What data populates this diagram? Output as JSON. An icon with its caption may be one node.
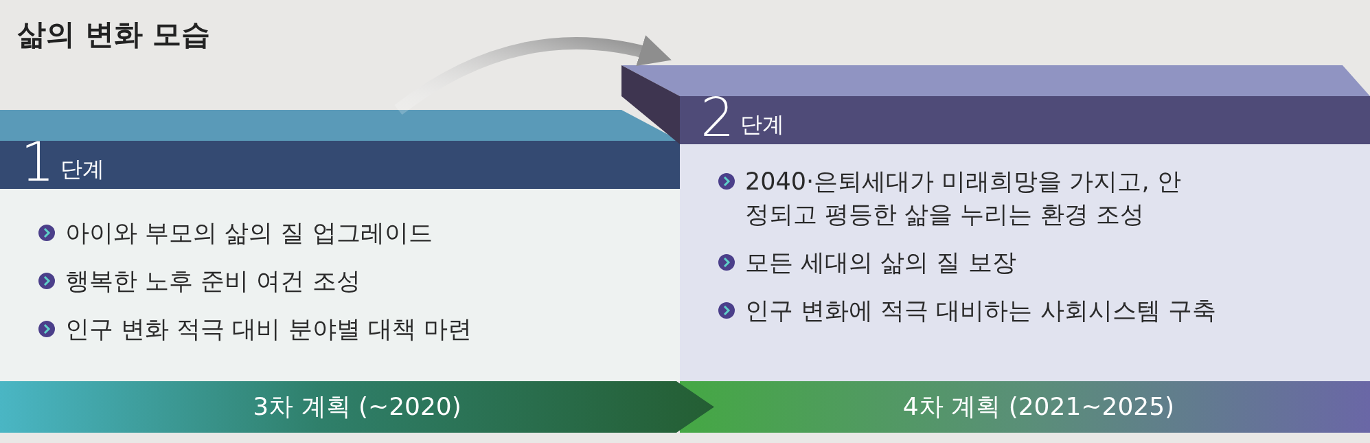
{
  "diagram": {
    "title": "삶의 변화 모습",
    "nodes": [
      {
        "text": [
          "1",
          "단계",
          "아이와 부모의 삶의 질 업그레이드",
          "행복한 노후 준비 여건 조성",
          "인구 변화 적극 대비 분야별 대책 마련"
        ]
      },
      {
        "text": [
          "2",
          "단계",
          "2040·은퇴세대가 미래희망을 가지고, 안정되고 평등한 삶을 누리는 환경 조성",
          "모든 세대의 삶의 질 보장",
          "인구 변화에 적극 대비하는 사회시스템 구축"
        ]
      },
      {
        "text": [
          "3차 계획 (~2020)"
        ]
      },
      {
        "text": [
          "4차 계획 (2021~2025)"
        ]
      }
    ],
    "edges": [
      {
        "from": 0,
        "to": 1,
        "arrow": "to"
      }
    ]
  }
}
